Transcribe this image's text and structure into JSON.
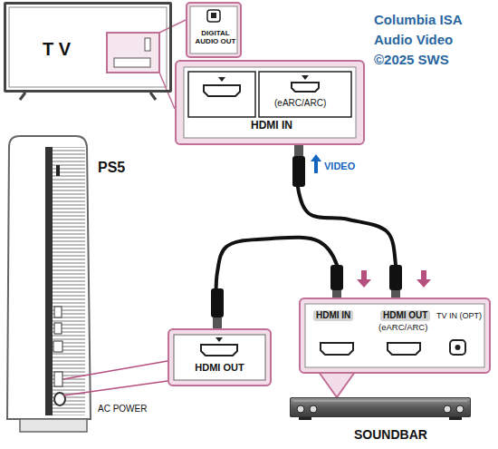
{
  "diagram": {
    "nodes": [
      {
        "text": [
          "T V"
        ]
      },
      {
        "text": [
          "DIGITAL AUDIO OUT"
        ]
      },
      {
        "text": [
          "(eARC/ARC)",
          "HDMI IN"
        ]
      },
      {
        "text": [
          "PS5"
        ]
      },
      {
        "text": [
          "HDMI OUT"
        ]
      },
      {
        "text": [
          "HDMI IN",
          "HDMI OUT",
          "(eARC/ARC)",
          "TV IN (OPT)"
        ]
      },
      {
        "text": [
          "SOUNDBAR"
        ]
      }
    ],
    "edges": [
      {
        "from": 4,
        "to": 5,
        "arrow": "none"
      },
      {
        "from": 5,
        "to": 2,
        "arrow": "none",
        "label": "VIDEO"
      }
    ],
    "labels": [
      "Columbia ISA",
      "Audio Video",
      "©2025 SWS",
      "AC POWER"
    ]
  }
}
